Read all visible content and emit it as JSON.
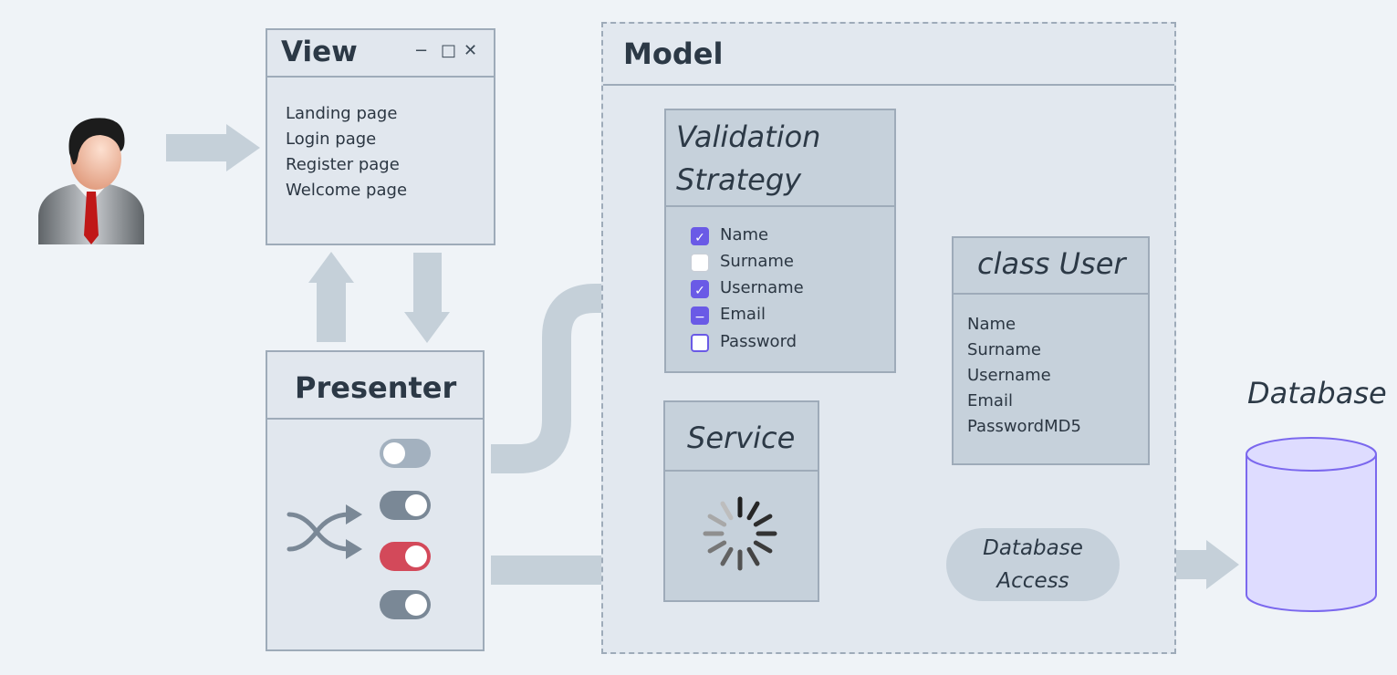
{
  "view": {
    "title": "View",
    "controls": {
      "minimize": "−",
      "maximize": "□",
      "close": "✕"
    },
    "pages": [
      "Landing page",
      "Login page",
      "Register page",
      "Welcome page"
    ]
  },
  "model": {
    "title": "Model"
  },
  "validation": {
    "title_line1": "Validation",
    "title_line2": "Strategy",
    "items": [
      {
        "label": "Name",
        "state": "checked"
      },
      {
        "label": "Surname",
        "state": "unchecked"
      },
      {
        "label": "Username",
        "state": "checked"
      },
      {
        "label": "Email",
        "state": "indeterminate"
      },
      {
        "label": "Password",
        "state": "unchecked-focused"
      }
    ]
  },
  "user_class": {
    "title": "class User",
    "fields": [
      "Name",
      "Surname",
      "Username",
      "Email",
      "PasswordMD5"
    ]
  },
  "service": {
    "title": "Service"
  },
  "presenter": {
    "title": "Presenter",
    "toggles": [
      {
        "state": "off",
        "color": "#a3b1bf"
      },
      {
        "state": "on",
        "color": "#7a8896"
      },
      {
        "state": "on",
        "color": "#d3495a"
      },
      {
        "state": "on",
        "color": "#7a8896"
      }
    ]
  },
  "database": {
    "label": "Database"
  },
  "database_access": {
    "line1": "Database",
    "line2": "Access"
  },
  "colors": {
    "arrow": "#c5d0d9",
    "accent": "#6a5ae6",
    "database_fill": "#dedcff",
    "database_stroke": "#7b68ee"
  },
  "icons": {
    "user": "user-avatar-icon",
    "shuffle": "shuffle-icon",
    "spinner": "loading-spinner-icon",
    "database": "database-cylinder-icon"
  }
}
